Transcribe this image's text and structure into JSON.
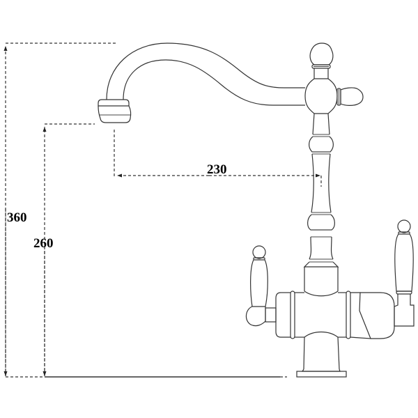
{
  "drawing": {
    "subject": "Kitchen faucet dimension drawing",
    "units": "mm",
    "dimensions": {
      "total_height": {
        "label": "360",
        "value": 360
      },
      "spout_height": {
        "label": "260",
        "value": 260
      },
      "spout_reach": {
        "label": "230",
        "value": 230
      }
    },
    "colors": {
      "line": "#333333",
      "background": "#ffffff",
      "text": "#000000"
    }
  }
}
